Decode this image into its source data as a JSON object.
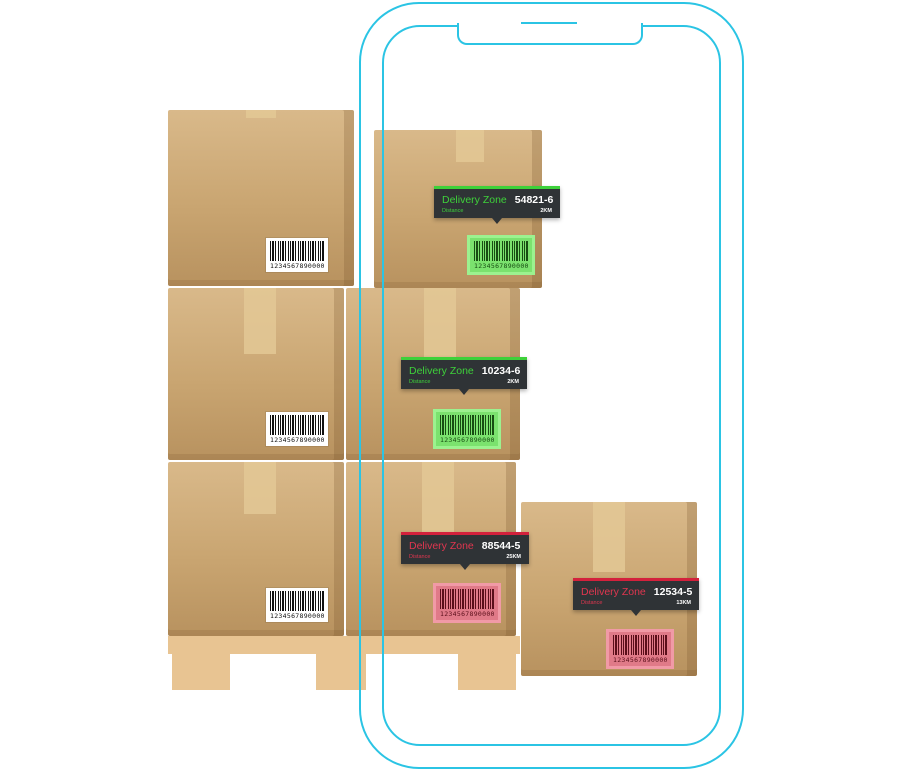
{
  "colors": {
    "accent_green": "#3ed13a",
    "accent_red": "#d3213c",
    "phone_outline": "#2bc4e4",
    "tag_background": "#2f3336"
  },
  "static_barcodes": [
    {
      "number": "1234567890000"
    },
    {
      "number": "1234567890000"
    },
    {
      "number": "1234567890000"
    }
  ],
  "scan_tags": [
    {
      "zone_label": "Delivery Zone",
      "code": "54821-6",
      "distance_label": "Distance",
      "distance": "2KM",
      "status": "green",
      "barcode_number": "1234567890000"
    },
    {
      "zone_label": "Delivery Zone",
      "code": "10234-6",
      "distance_label": "Distance",
      "distance": "2KM",
      "status": "green",
      "barcode_number": "1234567890000"
    },
    {
      "zone_label": "Delivery Zone",
      "code": "88544-5",
      "distance_label": "Distance",
      "distance": "25KM",
      "status": "red",
      "barcode_number": "1234567890000"
    },
    {
      "zone_label": "Delivery Zone",
      "code": "12534-5",
      "distance_label": "Distance",
      "distance": "13KM",
      "status": "red",
      "barcode_number": "1234567890000"
    }
  ]
}
